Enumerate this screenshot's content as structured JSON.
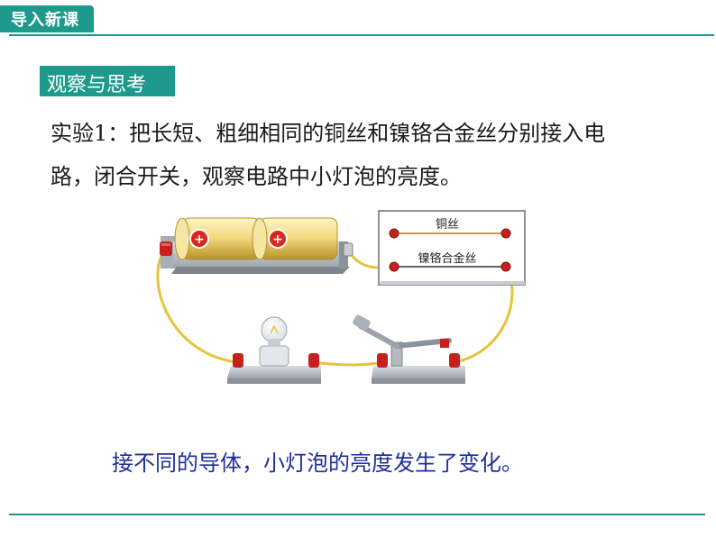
{
  "header": {
    "title": "导入新课"
  },
  "section": {
    "title": "观察与思考"
  },
  "experiment": {
    "line1": "实验1：把长短、粗细相同的铜丝和镍铬合金丝分别接入电",
    "line2": "路，闭合开关，观察电路中小灯泡的亮度。"
  },
  "board": {
    "wire_top_label": "铜丝",
    "wire_bottom_label": "镍铬合金丝"
  },
  "battery": {
    "terminal_symbol": "+"
  },
  "conclusion": "接不同的导体，小灯泡的亮度发生了变化。",
  "colors": {
    "accent": "#1e9a8c",
    "conclusion_text": "#1f2f9a",
    "wire": "#e8c23a",
    "terminal": "#c8201e"
  }
}
